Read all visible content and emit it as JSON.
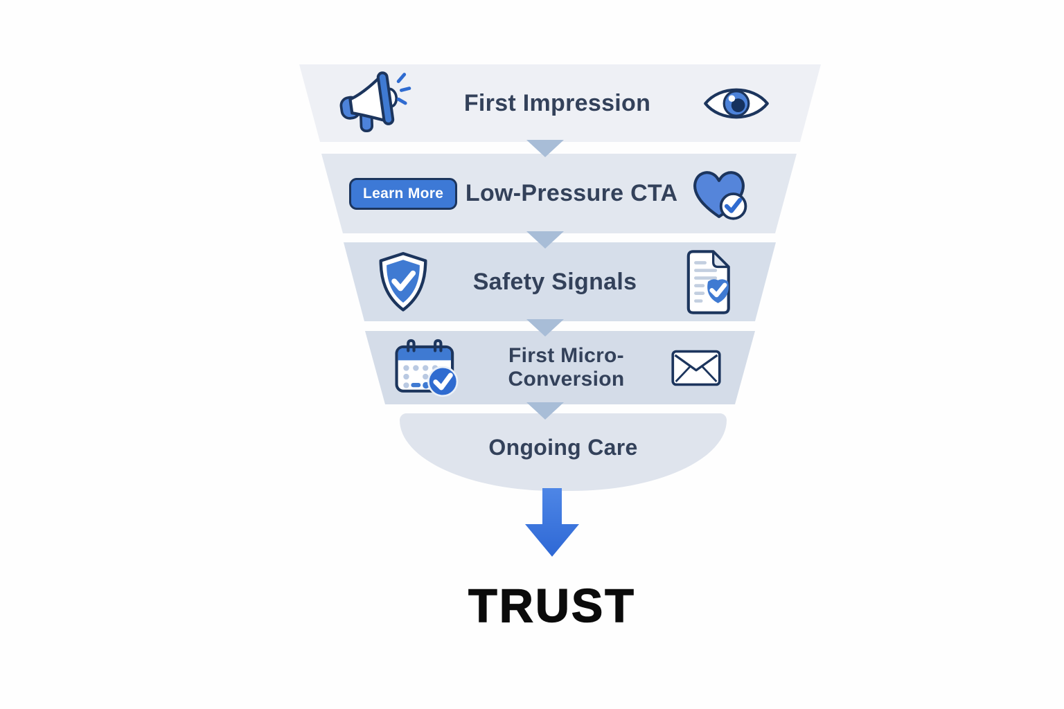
{
  "funnel": {
    "stages": [
      {
        "label": "First Impression"
      },
      {
        "label": "Low-Pressure CTA",
        "cta_button_label": "Learn More"
      },
      {
        "label": "Safety Signals"
      },
      {
        "label": "First Micro-Conversion"
      },
      {
        "label": "Ongoing Care"
      }
    ],
    "result_label": "TRUST"
  },
  "icons": {
    "stage1_left": "megaphone",
    "stage1_right": "eye",
    "stage2_left": "learn-more-button",
    "stage2_right": "heart-with-checkmark-badge",
    "stage3_left": "shield-with-checkmark",
    "stage3_right": "document-with-shield-checkmark",
    "stage4_left": "calendar-with-checkmark-badge",
    "stage4_right": "envelope"
  },
  "colors": {
    "stage_fills": [
      "#eef0f5",
      "#e2e7ef",
      "#d6deea",
      "#d4dce8",
      "#dfe4ed"
    ],
    "connector_arrow": "#a8bdd7",
    "main_arrow_top": "#4e86e6",
    "main_arrow_bottom": "#2e68d5",
    "accent_blue": "#3f7ad2",
    "outline_navy": "#1c355d",
    "label_text": "#33415a",
    "result_text": "#0b0b0b",
    "cta_button_bg": "#3d79d6",
    "cta_button_text": "#ffffff"
  }
}
